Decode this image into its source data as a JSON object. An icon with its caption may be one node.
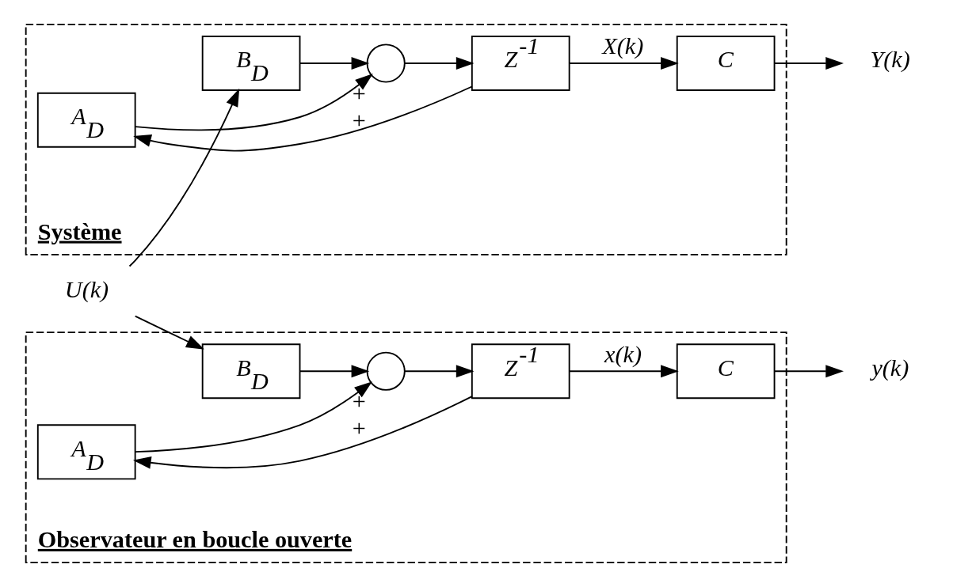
{
  "diagram": {
    "nodes": [
      {
        "text": [
          "Système"
        ]
      },
      {
        "text": [
          "B$_{D}$"
        ],
        "in": 0
      },
      {
        "text": [],
        "shape": "circle",
        "in": 0,
        "beside": [
          "+",
          "+"
        ]
      },
      {
        "text": [
          "Z$^{-1}$"
        ],
        "in": 0
      },
      {
        "text": [
          "C"
        ],
        "in": 0
      },
      {
        "text": [
          "A$_{D}$"
        ],
        "in": 0
      },
      {
        "text": [
          "Observateur en boucle ouverte"
        ]
      },
      {
        "text": [
          "B$_{D}$"
        ],
        "in": 6
      },
      {
        "text": [],
        "shape": "circle",
        "in": 6,
        "beside": [
          "+",
          "+"
        ]
      },
      {
        "text": [
          "Z$^{-1}$"
        ],
        "in": 6
      },
      {
        "text": [
          "C"
        ],
        "in": 6
      },
      {
        "text": [
          "A$_{D}$"
        ],
        "in": 6
      },
      {
        "text": [
          "U(k)"
        ]
      },
      {
        "text": [
          "Y(k)"
        ]
      },
      {
        "text": [
          "y(k)"
        ]
      }
    ],
    "edges": [
      {
        "from": 12,
        "to": 1,
        "arrow": "to"
      },
      {
        "from": 12,
        "to": 7,
        "arrow": "to"
      },
      {
        "from": 1,
        "to": 2,
        "arrow": "to"
      },
      {
        "from": 2,
        "to": 3,
        "arrow": "to"
      },
      {
        "from": 3,
        "to": 4,
        "arrow": "to",
        "label": "X(k)"
      },
      {
        "from": 4,
        "to": 13,
        "arrow": "to"
      },
      {
        "from": 3,
        "to": 5,
        "arrow": "to"
      },
      {
        "from": 5,
        "to": 2,
        "arrow": "to"
      },
      {
        "from": 7,
        "to": 8,
        "arrow": "to"
      },
      {
        "from": 8,
        "to": 9,
        "arrow": "to"
      },
      {
        "from": 9,
        "to": 10,
        "arrow": "to",
        "label": "x(k)"
      },
      {
        "from": 10,
        "to": 14,
        "arrow": "to"
      },
      {
        "from": 9,
        "to": 11,
        "arrow": "to"
      },
      {
        "from": 11,
        "to": 8,
        "arrow": "to"
      }
    ]
  }
}
